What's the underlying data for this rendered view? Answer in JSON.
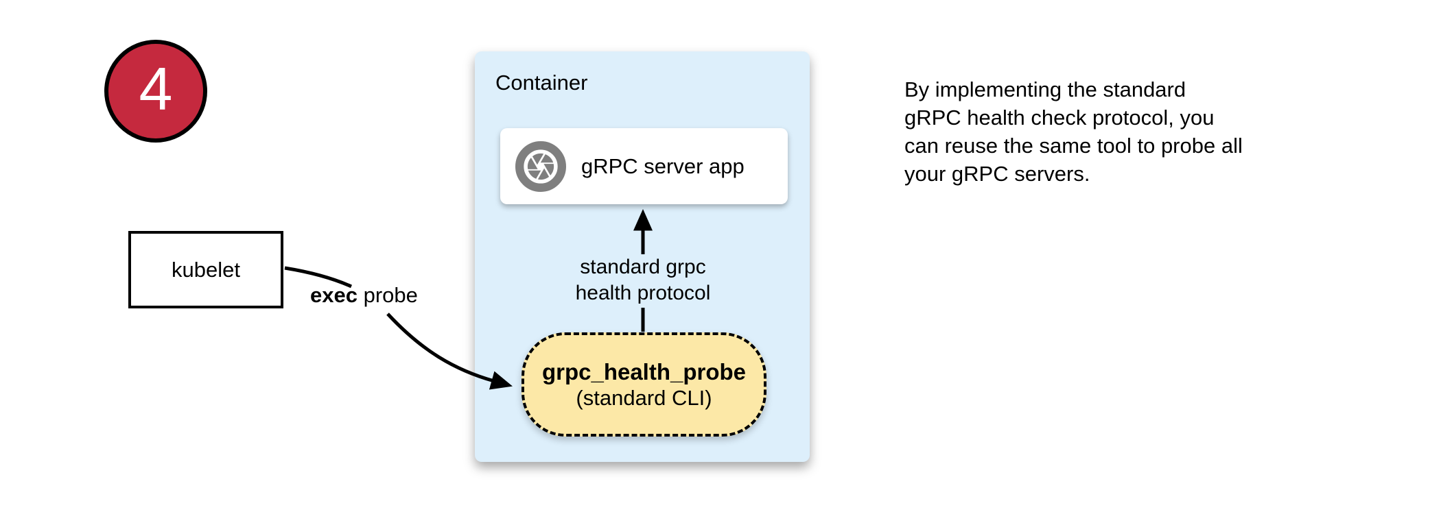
{
  "step_badge": {
    "number": "4",
    "color": "#c5293e"
  },
  "container_box": {
    "label": "Container",
    "bg_color": "#ddeffb"
  },
  "server_box": {
    "label": "gRPC server app",
    "icon": "aperture-icon",
    "icon_color": "#7f7f7f"
  },
  "probe_box": {
    "title": "grpc_health_probe",
    "subtitle": "(standard CLI)",
    "bg_color": "#fce8a7"
  },
  "kubelet_box": {
    "label": "kubelet"
  },
  "edges": {
    "exec_probe": {
      "label_bold": "exec",
      "label_rest": " probe"
    },
    "health_protocol": {
      "line1": "standard grpc",
      "line2": "health protocol"
    }
  },
  "note": {
    "lines": [
      "By implementing the standard",
      "gRPC health check protocol, you",
      "can reuse the same tool to probe all",
      "your gRPC servers."
    ]
  }
}
